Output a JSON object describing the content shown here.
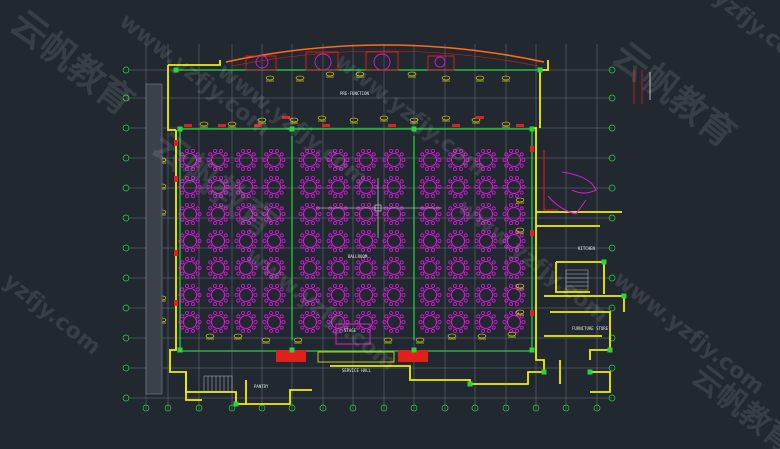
{
  "drawing": {
    "colors": {
      "background": "#212830",
      "wall": "#f0f000",
      "green_line": "#27d63c",
      "table": "#d51bd8",
      "grid": "#6f7580",
      "red": "#e0201c",
      "orange": "#ff6a1a",
      "white": "#e8e8e8",
      "cyan": "#20c8e0"
    },
    "labels": {
      "foyer_top": "PRE-FUNCTION",
      "stage": "STAGE",
      "dance_floor": "BALLROOM",
      "service_hall": "SERVICE HALL",
      "kitchen": "PANTRY",
      "storage": "FURNITURE STORE",
      "right_room": "KITCHEN"
    },
    "watermarks": {
      "brand_cn": "云帆教育",
      "site": "www.yzfjy.com",
      "site_short": "yzfjy.com"
    }
  }
}
